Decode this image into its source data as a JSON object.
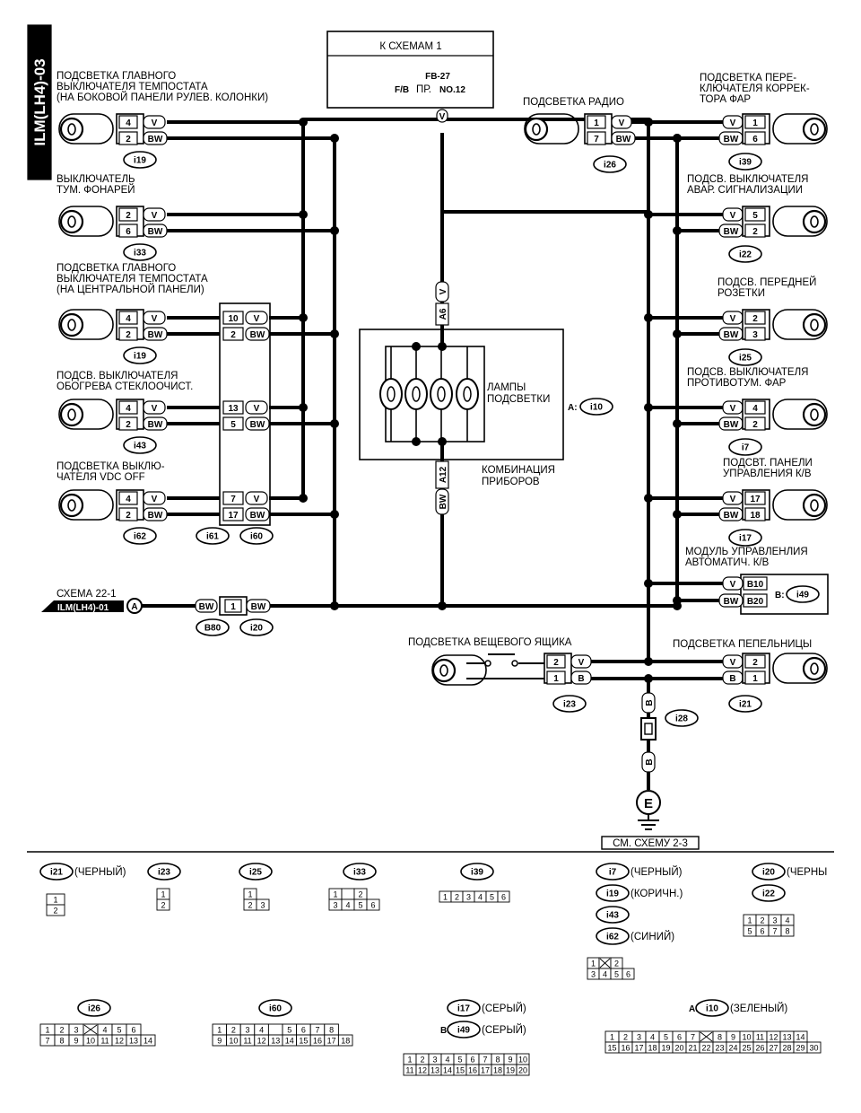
{
  "side_tab": "ILM(LH4)-03",
  "top_box": {
    "title": "К СХЕМАМ 1",
    "fb": "FB-27",
    "fb_prefix": "F/B",
    "pr": "ПР.",
    "no": "NO.12",
    "wire": "V"
  },
  "left_devices": [
    {
      "lines": [
        "ПОДСВЕТКА ГЛАВНОГО",
        "ВЫКЛЮЧАТЕЛЯ ТЕМПОСТАТА",
        "(НА БОКОВОЙ ПАНЕЛИ  РУЛЕВ. КОЛОНКИ)"
      ],
      "pins": [
        "4",
        "2"
      ],
      "wires": [
        "V",
        "BW"
      ],
      "conn": "i19"
    },
    {
      "lines": [
        "ВЫКЛЮЧАТЕЛЬ",
        "ТУМ. ФОНАРЕЙ"
      ],
      "pins": [
        "2",
        "6"
      ],
      "wires": [
        "V",
        "BW"
      ],
      "conn": "i33"
    },
    {
      "lines": [
        "ПОДСВЕТКА ГЛАВНОГО",
        "ВЫКЛЮЧАТЕЛЯ ТЕМПОСТАТА",
        "(НА ЦЕНТРАЛЬНОЙ ПАНЕЛИ)"
      ],
      "pins": [
        "4",
        "2"
      ],
      "wires": [
        "V",
        "BW"
      ],
      "conn": "i19"
    },
    {
      "lines": [
        "ПОДСВ. ВЫКЛЮЧАТЕЛЯ",
        "ОБОГРЕВА СТЕКЛООЧИСТ."
      ],
      "pins": [
        "4",
        "2"
      ],
      "wires": [
        "V",
        "BW"
      ],
      "conn": "i43"
    },
    {
      "lines": [
        "ПОДСВЕТКА ВЫКЛЮ-",
        "ЧАТЕЛЯ VDC OFF"
      ],
      "pins": [
        "4",
        "2"
      ],
      "wires": [
        "V",
        "BW"
      ],
      "conn": "i62"
    }
  ],
  "junction": {
    "pins": [
      [
        "10",
        "2"
      ],
      [
        "13",
        "5"
      ],
      [
        "7",
        "17"
      ]
    ],
    "wires": [
      "V",
      "BW"
    ],
    "conn_left": "i61",
    "conn_right": "i60"
  },
  "right_devices": [
    {
      "lines": [
        "ПОДСВЕТКА ПЕРЕ-",
        "КЛЮЧАТЕЛЯ КОРРЕК-",
        "ТОРА ФАР"
      ],
      "pins": [
        "1",
        "6"
      ],
      "wires": [
        "V",
        "BW"
      ],
      "conn": "i39"
    },
    {
      "lines": [
        "ПОДСВ. ВЫКЛЮЧАТЕЛЯ",
        "АВАР. СИГНАЛИЗАЦИИ"
      ],
      "pins": [
        "5",
        "2"
      ],
      "wires": [
        "V",
        "BW"
      ],
      "conn": "i22"
    },
    {
      "lines": [
        "ПОДСВ. ПЕРЕДНЕЙ",
        "РОЗЕТКИ"
      ],
      "pins": [
        "2",
        "3"
      ],
      "wires": [
        "V",
        "BW"
      ],
      "conn": "i25"
    },
    {
      "lines": [
        "ПОДСВ. ВЫКЛЮЧАТЕЛЯ",
        "ПРОТИВОТУМ. ФАР"
      ],
      "pins": [
        "4",
        "2"
      ],
      "wires": [
        "V",
        "BW"
      ],
      "conn": "i7"
    },
    {
      "lines": [
        "ПОДСВТ. ПАНЕЛИ",
        "УПРАВЛЕНИЯ К/В"
      ],
      "pins": [
        "17",
        "18"
      ],
      "wires": [
        "V",
        "BW"
      ],
      "conn": "i17"
    }
  ],
  "radio": {
    "label": "ПОДСВЕТКА РАДИО",
    "pins": [
      "1",
      "7"
    ],
    "wires": [
      "V",
      "BW"
    ],
    "conn": "i26"
  },
  "module": {
    "lines": [
      "МОДУЛЬ УПРАВЛЕНЛИЯ",
      "АВТОМАТИЧ. К/В"
    ],
    "pins": [
      "B10",
      "B20"
    ],
    "wires": [
      "V",
      "BW"
    ],
    "prefix": "B:",
    "conn": "i49"
  },
  "combination": {
    "lamps": [
      "ЛАМПЫ",
      "ПОДСВЕТКИ"
    ],
    "name": [
      "КОМБИНАЦИЯ",
      "ПРИБОРОВ"
    ],
    "prefix": "A:",
    "conn": "i10",
    "pin_top": "A6",
    "pin_bottom": "A12",
    "wire_top": "V",
    "wire_bottom": "BW"
  },
  "schema_ref": {
    "lines": [
      "СХЕМА 22-1",
      "ILM(LH4)-01"
    ],
    "letter": "A",
    "wire_left": "BW",
    "pin": "1",
    "wire_right": "BW",
    "conn_left": "B80",
    "conn_right": "i20"
  },
  "glovebox": {
    "label": "ПОДСВЕТКА ВЕЩЕВОГО ЯЩИКА",
    "pins": [
      "2",
      "1"
    ],
    "wires": [
      "V",
      "B"
    ],
    "conn": "i23"
  },
  "ashtray": {
    "label": "ПОДСВЕТКА ПЕПЕЛЬНИЦЫ",
    "pins": [
      "2",
      "1"
    ],
    "wires": [
      "V",
      "B"
    ],
    "conn": "i21"
  },
  "ground": {
    "conn": "i28",
    "wire": "B",
    "letter": "E",
    "ref": "СМ. СХЕМУ 2-3"
  },
  "legend": [
    {
      "ovals": [
        {
          "id": "i21",
          "note": "(ЧЕРНЫЙ)"
        }
      ],
      "rows": [
        [
          "1"
        ],
        [
          "2"
        ]
      ]
    },
    {
      "ovals": [
        {
          "id": "i23",
          "note": ""
        }
      ],
      "rows": [
        [
          "1"
        ],
        [
          "2"
        ]
      ]
    },
    {
      "ovals": [
        {
          "id": "i25",
          "note": ""
        }
      ],
      "rows": [
        [
          "1"
        ],
        [
          "2",
          "3"
        ]
      ]
    },
    {
      "ovals": [
        {
          "id": "i33",
          "note": ""
        }
      ],
      "rows": [
        [
          "1",
          "",
          "2"
        ],
        [
          "3",
          "4",
          "5",
          "6"
        ]
      ]
    },
    {
      "ovals": [
        {
          "id": "i39",
          "note": ""
        }
      ],
      "rows": [
        [
          "1",
          "2",
          "3",
          "4",
          "5",
          "6"
        ]
      ]
    },
    {
      "ovals": [
        {
          "id": "i7",
          "note": "(ЧЕРНЫЙ)"
        },
        {
          "id": "i19",
          "note": "(КОРИЧН.)"
        },
        {
          "id": "i43",
          "note": ""
        },
        {
          "id": "i62",
          "note": "(СИНИЙ)"
        }
      ],
      "rows": [
        [
          "1",
          "X",
          "2"
        ],
        [
          "3",
          "4",
          "5",
          "6"
        ]
      ]
    },
    {
      "ovals": [
        {
          "id": "i20",
          "note": "(ЧЕРНЫ"
        },
        {
          "id": "i22",
          "note": ""
        }
      ],
      "rows": [
        [
          "1",
          "2",
          "3",
          "4"
        ],
        [
          "5",
          "6",
          "7",
          "8"
        ]
      ]
    },
    {
      "ovals": [
        {
          "id": "i26",
          "note": ""
        }
      ],
      "rows": [
        [
          "1",
          "2",
          "3",
          "X",
          "4",
          "5",
          "6"
        ],
        [
          "7",
          "8",
          "9",
          "10",
          "11",
          "12",
          "13",
          "14"
        ]
      ]
    },
    {
      "ovals": [
        {
          "id": "i60",
          "note": ""
        }
      ],
      "rows": [
        [
          "1",
          "2",
          "3",
          "4",
          "",
          "5",
          "6",
          "7",
          "8"
        ],
        [
          "9",
          "10",
          "11",
          "12",
          "13",
          "14",
          "15",
          "16",
          "17",
          "18"
        ]
      ]
    },
    {
      "ovals": [
        {
          "id": "i17",
          "note": "(СЕРЫЙ)"
        },
        {
          "id": "i49",
          "note": "(СЕРЫЙ)",
          "prefix": "B:"
        }
      ],
      "rows": [
        [
          "1",
          "2",
          "3",
          "4",
          "5",
          "6",
          "7",
          "8",
          "9",
          "10"
        ],
        [
          "11",
          "12",
          "13",
          "14",
          "15",
          "16",
          "17",
          "18",
          "19",
          "20"
        ]
      ]
    },
    {
      "ovals": [
        {
          "id": "i10",
          "note": "(ЗЕЛЕНЫЙ)",
          "prefix": "A:"
        }
      ],
      "rows": [
        [
          "1",
          "2",
          "3",
          "4",
          "5",
          "6",
          "7",
          "X",
          "8",
          "9",
          "10",
          "11",
          "12",
          "13",
          "14"
        ],
        [
          "15",
          "16",
          "17",
          "18",
          "19",
          "20",
          "21",
          "22",
          "23",
          "24",
          "25",
          "26",
          "27",
          "28",
          "29",
          "30"
        ]
      ]
    }
  ]
}
